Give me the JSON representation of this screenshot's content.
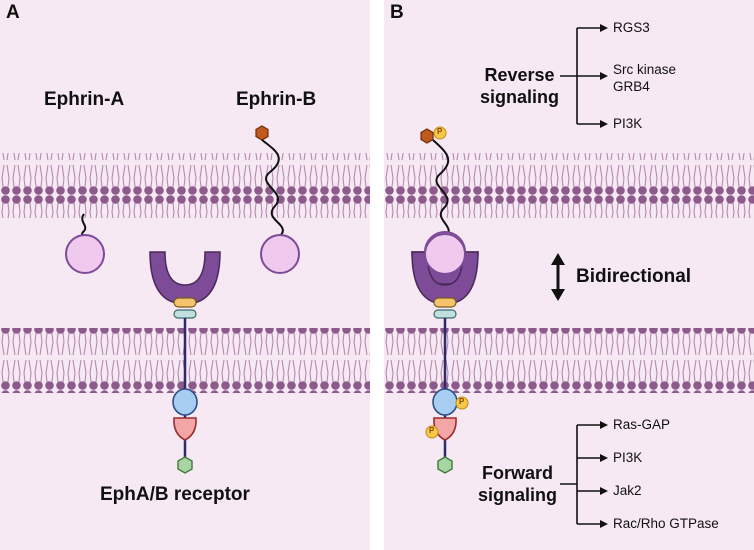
{
  "panel_a": {
    "letter": "A",
    "ephrin_a_label": "Ephrin-A",
    "ephrin_b_label": "Ephrin-B",
    "receptor_label": "EphA/B receptor"
  },
  "panel_b": {
    "letter": "B",
    "reverse": {
      "title_line1": "Reverse",
      "title_line2": "signaling",
      "targets": [
        "RGS3",
        "Src kinase",
        "GRB4",
        "PI3K"
      ]
    },
    "bidirectional_label": "Bidirectional",
    "phospho_label": "P",
    "forward": {
      "title_line1": "Forward",
      "title_line2": "signaling",
      "targets": [
        "Ras-GAP",
        "PI3K",
        "Jak2",
        "Rac/Rho GTPase"
      ]
    }
  },
  "colors": {
    "background": "#f6e9f3",
    "lipid_head": "#8c5b8c",
    "lipid_tail": "#b48ab0",
    "ephrin_ball": "#efc9ee",
    "receptor_purple": "#7d4b97",
    "hexagon_ligand": "#c05a1c",
    "phospho": "#f6c84a"
  }
}
